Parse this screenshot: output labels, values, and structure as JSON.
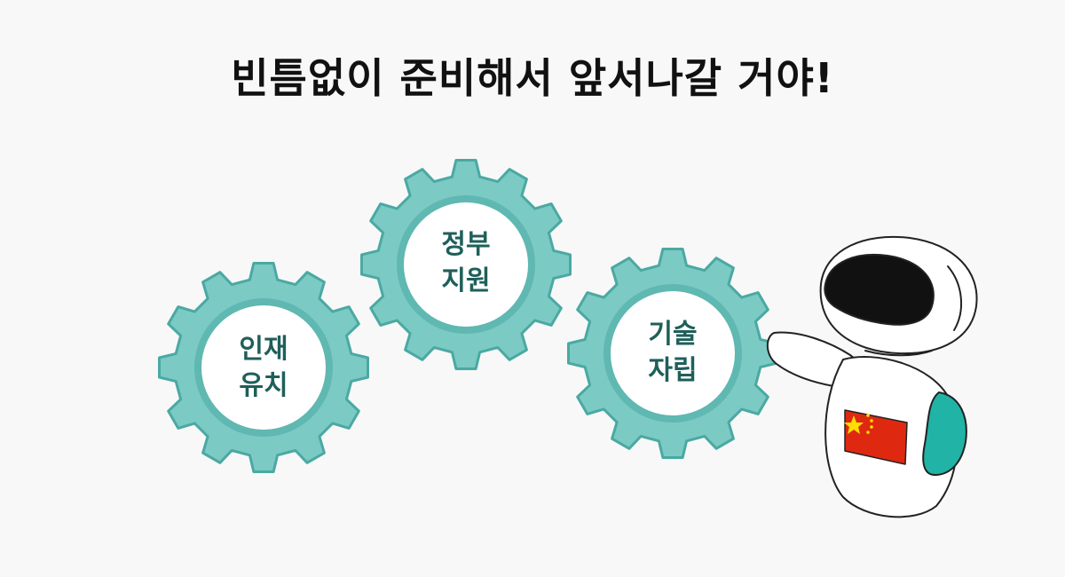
{
  "title": "빈틈없이 준비해서 앞서나갈 거야!",
  "gears": [
    {
      "id": "talent",
      "line1": "인재",
      "line2": "유치"
    },
    {
      "id": "gov",
      "line1": "정부",
      "line2": "지원"
    },
    {
      "id": "tech",
      "line1": "기술",
      "line2": "자립"
    }
  ],
  "colors": {
    "gear_fill": "#7ccac4",
    "gear_stroke": "#4aa9a2",
    "gear_inner_ring": "#5fb8b1",
    "gear_center": "#ffffff",
    "label_text": "#1f5f5a",
    "robot_body": "#ffffff",
    "robot_face": "#111111",
    "robot_arm": "#20b3a6",
    "flag_red": "#de2910",
    "flag_star": "#ffde00"
  },
  "icons": {
    "robot": "robot-illustration",
    "flag": "china-flag-icon"
  }
}
